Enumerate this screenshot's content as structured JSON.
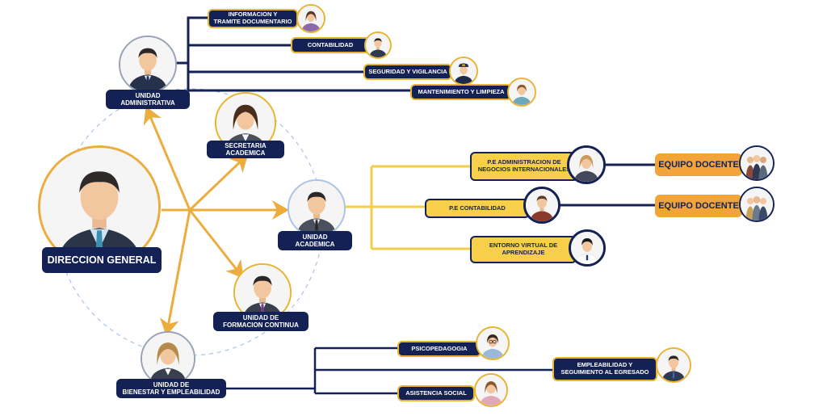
{
  "colors": {
    "navy": "#142154",
    "gold": "#e8b431",
    "orange_line": "#ecac3e",
    "yellow": "#f8cf4a",
    "team_orange": "#f2a33a"
  },
  "direction": {
    "label": "DIRECCION GENERAL",
    "avatar": "director-avatar-icon"
  },
  "administrative": {
    "label": "UNIDAD\nADMINISTRATIVA",
    "subunits": [
      {
        "label": "INFORMACION Y\nTRAMITE DOCUMENTARIO",
        "avatar": "woman-avatar-icon"
      },
      {
        "label": "CONTABILIDAD",
        "avatar": "man-avatar-icon"
      },
      {
        "label": "SEGURIDAD Y VIGILANCIA",
        "avatar": "guard-avatar-icon"
      },
      {
        "label": "MANTENIMIENTO Y LIMPIEZA",
        "avatar": "woman-avatar-icon"
      }
    ]
  },
  "secretary": {
    "label": "SECRETARIA\nACADEMICA"
  },
  "academic": {
    "label": "UNIDAD\nACADEMICA",
    "programs": [
      {
        "label": "P.E ADMINISTRACION DE\nNEGOCIOS INTERNACIONALES",
        "team": "EQUIPO DOCENTE"
      },
      {
        "label": "P.E CONTABILIDAD",
        "team": "EQUIPO DOCENTE"
      },
      {
        "label": "ENTORNO VIRTUAL DE\nAPRENDIZAJE"
      }
    ]
  },
  "continuing": {
    "label": "UNIDAD DE\nFORMACION CONTINUA"
  },
  "wellbeing": {
    "label": "UNIDAD DE\nBIENESTAR Y EMPLEABILIDAD",
    "subunits": [
      {
        "label": "PSICOPEDAGOGIA"
      },
      {
        "label": "EMPLEABILIDAD Y\nSEGUIMIENTO AL EGRESADO"
      },
      {
        "label": "ASISTENCIA SOCIAL"
      }
    ]
  }
}
